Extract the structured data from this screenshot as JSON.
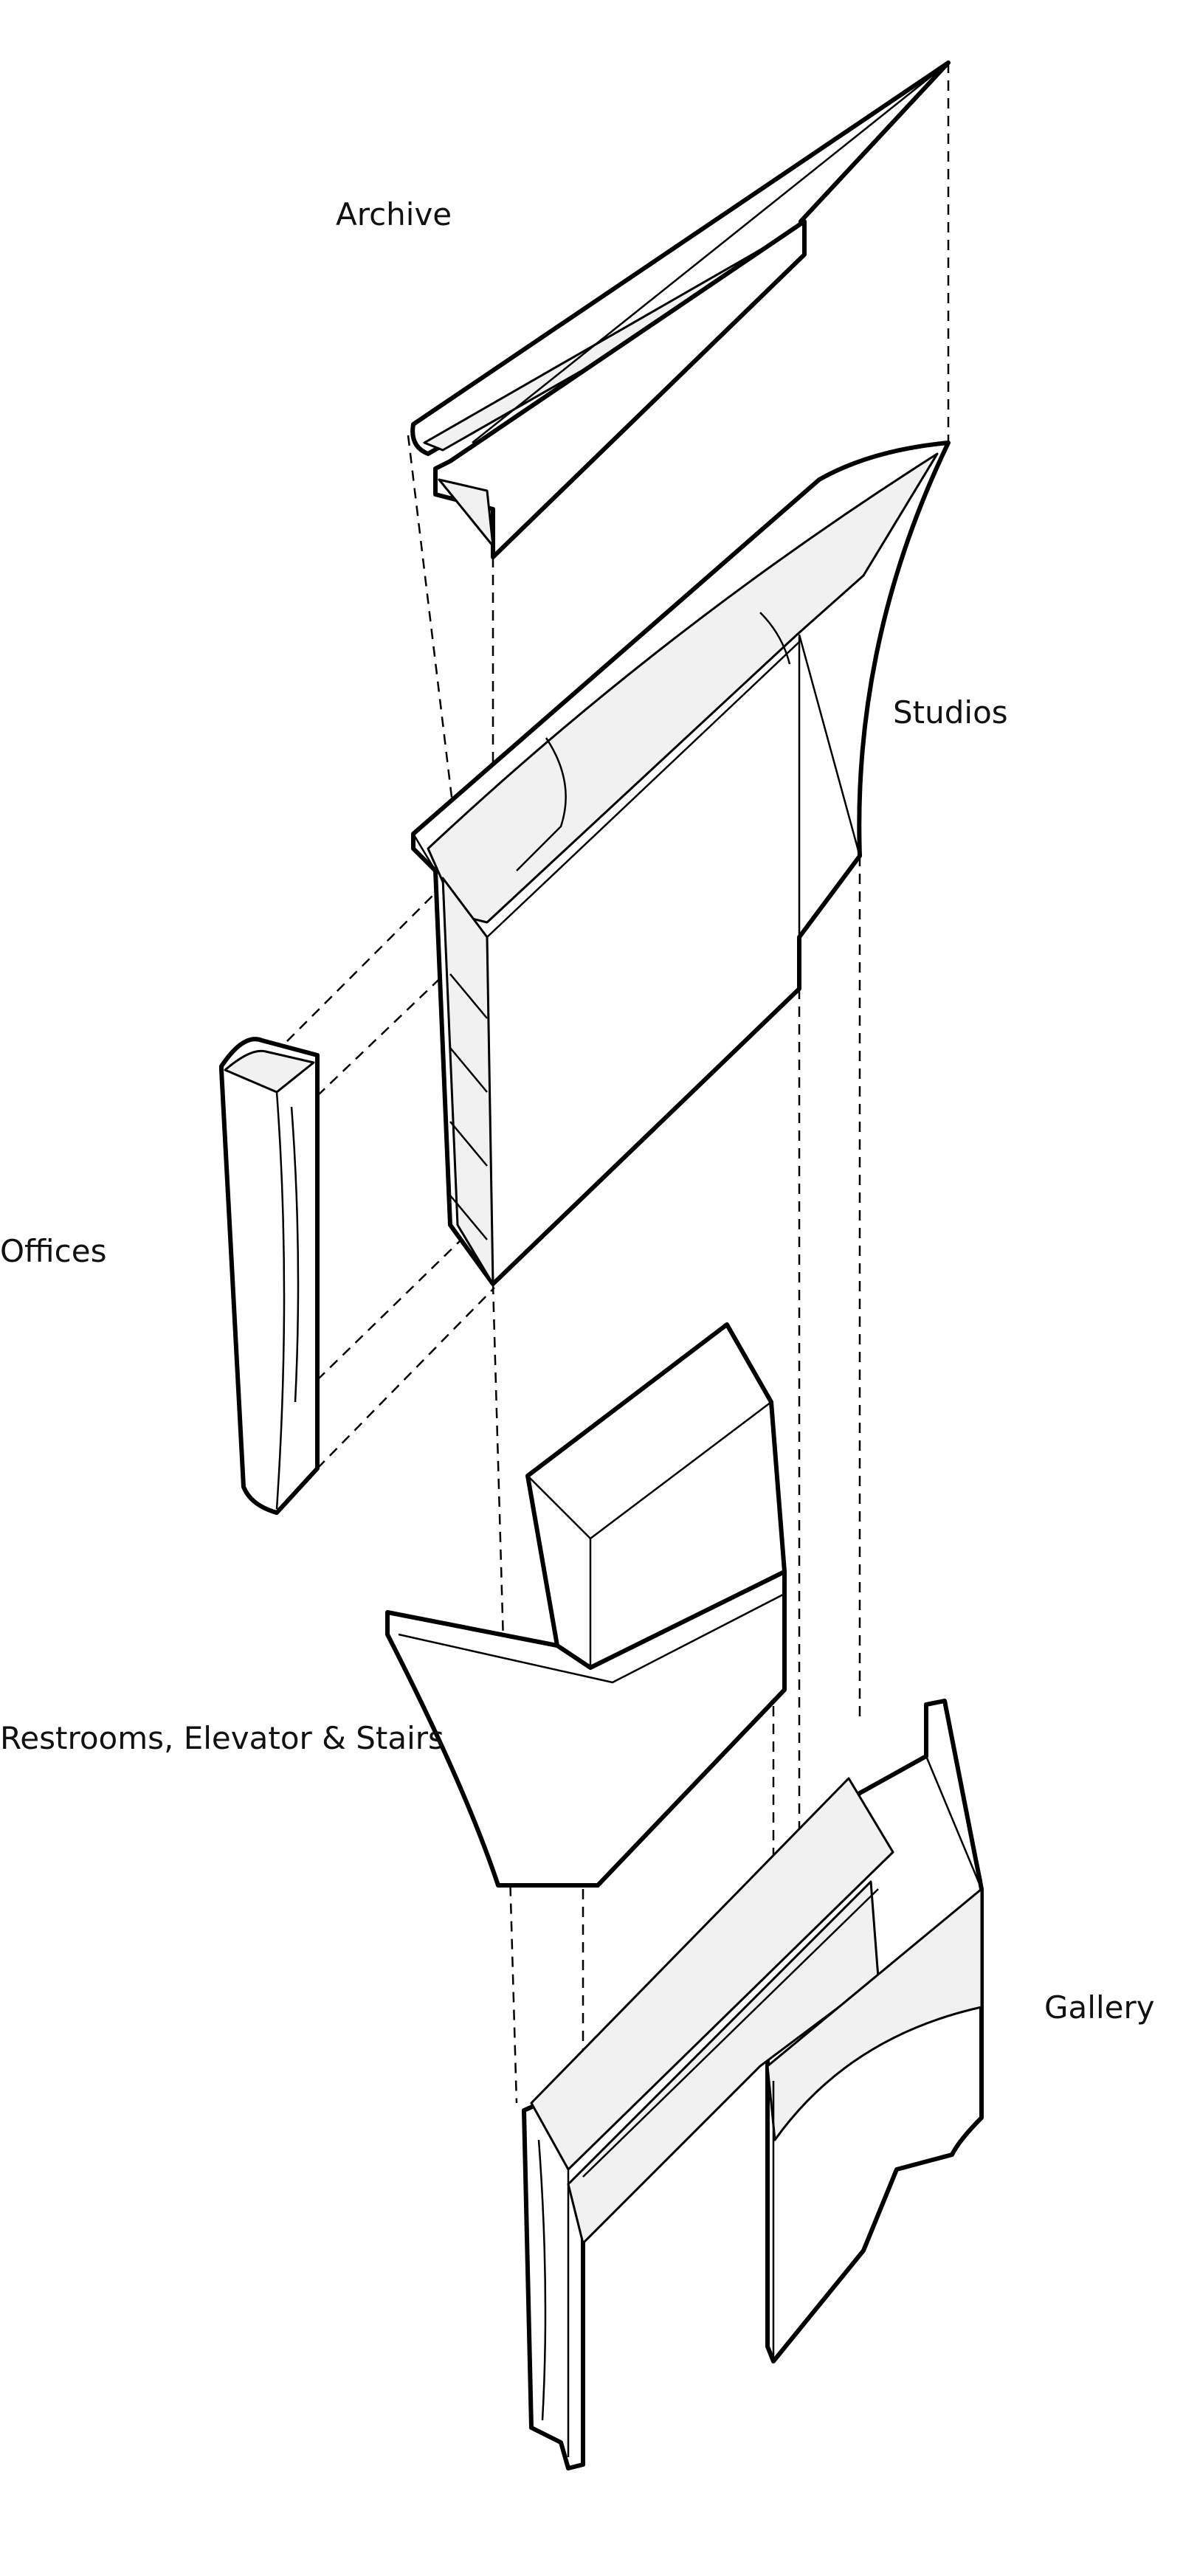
{
  "diagram": {
    "labels": {
      "archive": "Archive",
      "studios": "Studios",
      "offices": "Offices",
      "restrooms": "Restrooms, Elevator & Stairs",
      "gallery": "Gallery"
    }
  }
}
